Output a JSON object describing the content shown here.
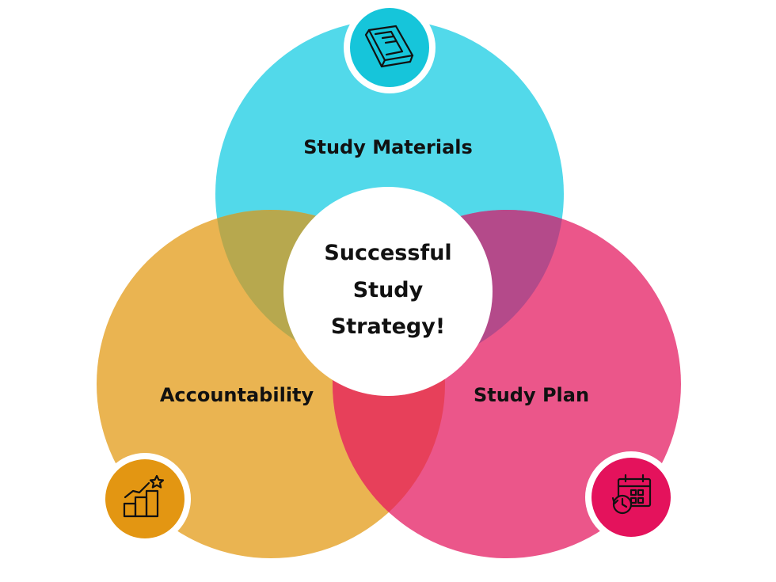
{
  "center": {
    "lines": [
      "Successful",
      "Study",
      "Strategy!"
    ]
  },
  "circles": [
    {
      "id": "materials",
      "label": "Study Materials",
      "color": "#52D9EA",
      "icon": "book-icon",
      "icon_color": "#16C5DA"
    },
    {
      "id": "accountability",
      "label": "Accountability",
      "color": "#EAB451",
      "icon": "growth-chart-icon",
      "icon_color": "#E39612"
    },
    {
      "id": "plan",
      "label": "Study Plan",
      "color": "#EB568A",
      "icon": "calendar-clock-icon",
      "icon_color": "#E4125C"
    }
  ],
  "overlaps": {
    "materials_accountability": "#B7A84E",
    "materials_plan": "#B44A8A",
    "accountability_plan": "#E7405A"
  }
}
